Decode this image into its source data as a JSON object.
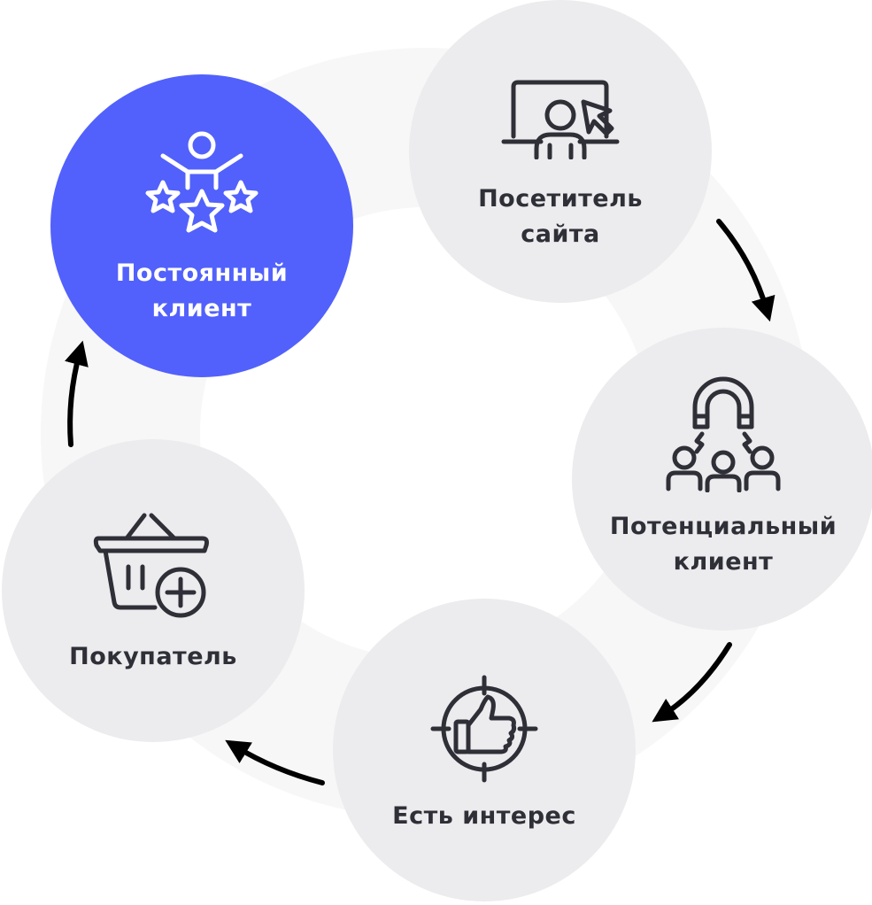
{
  "diagram": {
    "colors": {
      "ring": "#f7f7f8",
      "node": "#ececee",
      "active_node": "#5261fb",
      "text": "#2f2f38",
      "active_text": "#ffffff",
      "arrow": "#000000"
    },
    "nodes": [
      {
        "id": "visitor",
        "icon": "monitor-user-cursor-icon",
        "line1": "Посетитель",
        "line2": "сайта"
      },
      {
        "id": "potential",
        "icon": "magnet-people-icon",
        "line1": "Потенциальный",
        "line2": "клиент"
      },
      {
        "id": "interest",
        "icon": "target-thumbs-up-icon",
        "line1": "Есть интерес",
        "line2": ""
      },
      {
        "id": "buyer",
        "icon": "basket-plus-icon",
        "line1": "Покупатель",
        "line2": ""
      },
      {
        "id": "regular",
        "icon": "person-stars-icon",
        "line1": "Постоянный",
        "line2": "клиент",
        "active": true
      }
    ]
  }
}
